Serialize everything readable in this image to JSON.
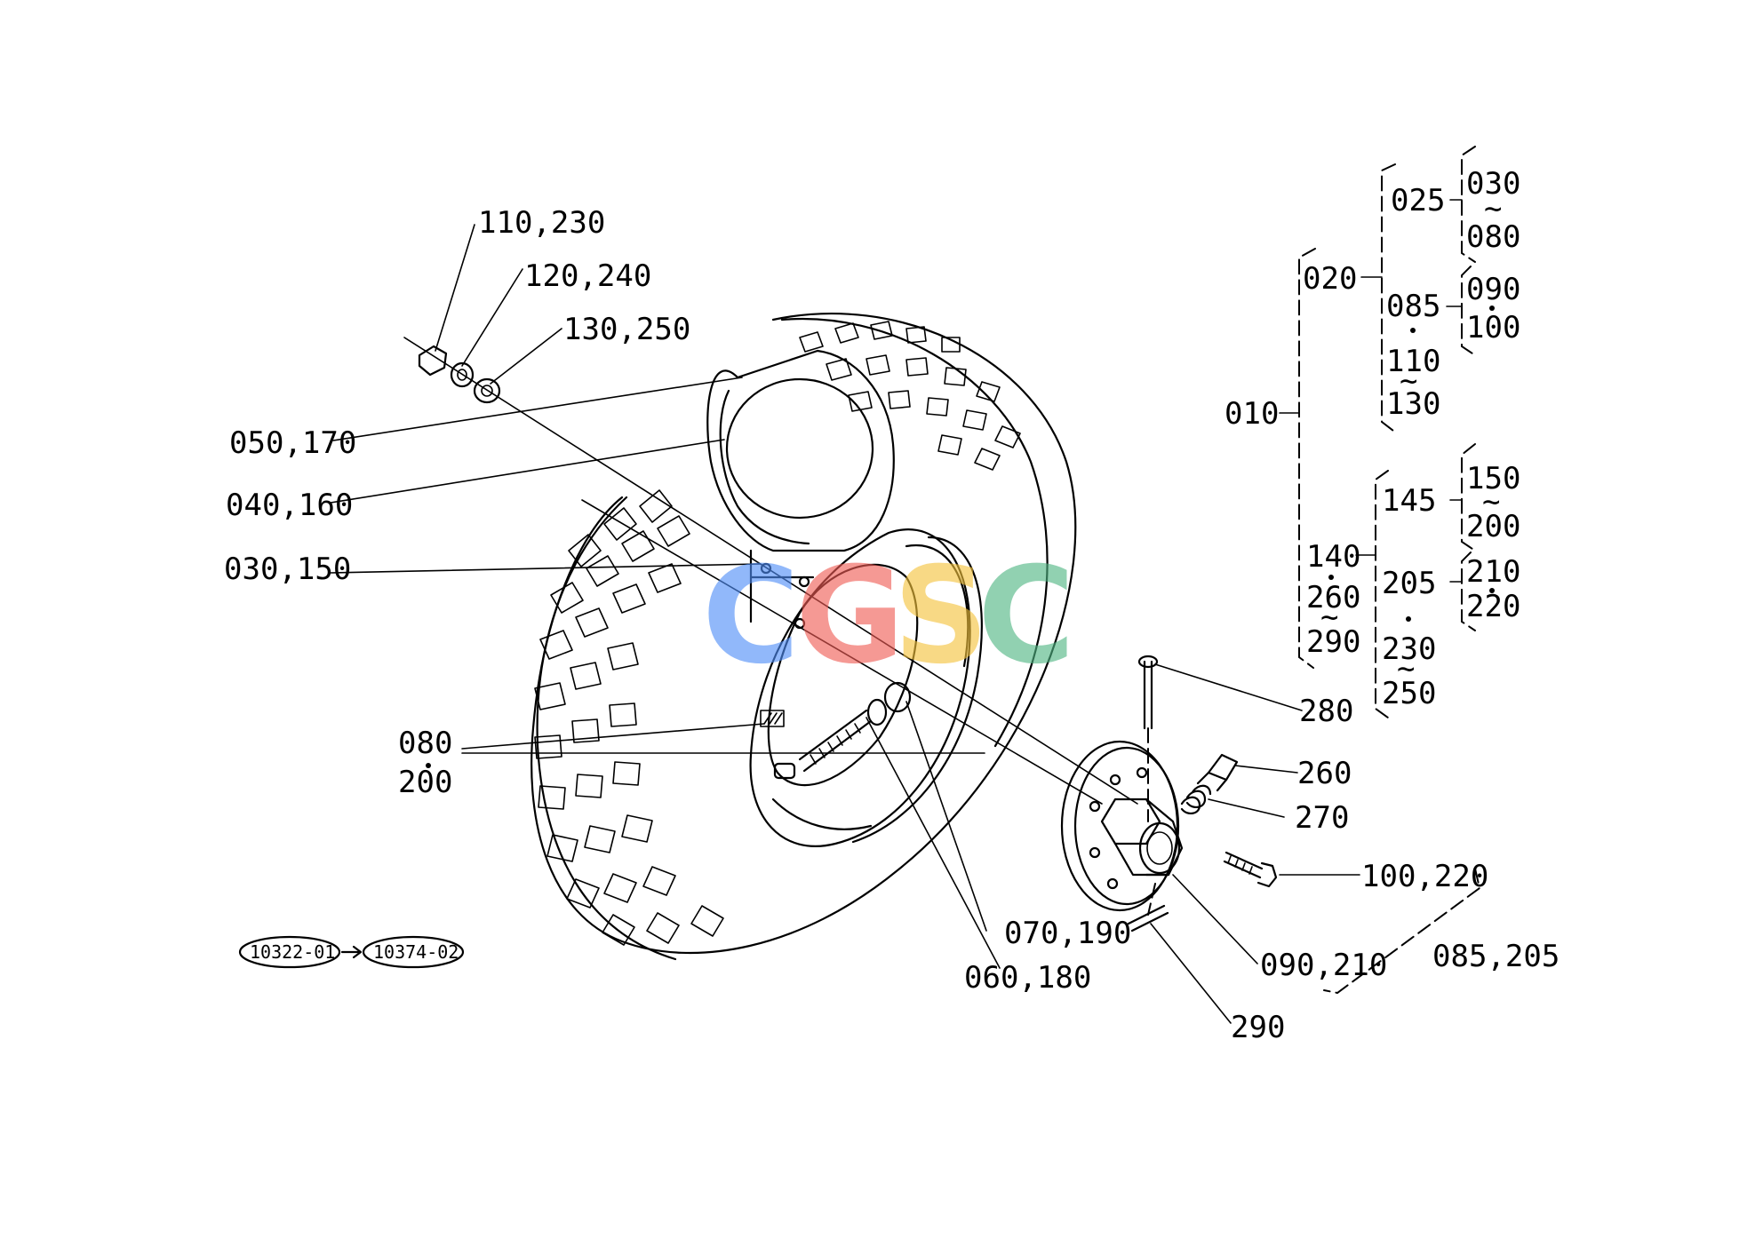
{
  "parts": {
    "p110_230": "110,230",
    "p120_240": "120,240",
    "p130_250": "130,250",
    "p050_170": "050,170",
    "p040_160": "040,160",
    "p030_150": "030,150",
    "p080": "080",
    "p200": "200",
    "p070_190": "070,190",
    "p060_180": "060,180",
    "p280": "280",
    "p260": "260",
    "p270": "270",
    "p100_220": "100,220",
    "p090_210": "090,210",
    "p085_205": "085,205",
    "p290": "290"
  },
  "tree": {
    "n010": "010",
    "n020": "020",
    "n025": "025",
    "n030": "030",
    "n080": "080",
    "n085": "085",
    "n090": "090",
    "n100": "100",
    "n110": "110",
    "n130": "130",
    "n140": "140",
    "n260": "260",
    "n290": "290",
    "n145": "145",
    "n150": "150",
    "n200": "200",
    "n205": "205",
    "n210": "210",
    "n220": "220",
    "n230": "230",
    "n250": "250"
  },
  "codes": {
    "from": "10322-01",
    "to": "10374-02"
  },
  "watermark": {
    "c1": "C",
    "g": "G",
    "s": "S",
    "c2": "C",
    "colors": [
      "#4f8ef7",
      "#ef5b54",
      "#f5c33b",
      "#4fb583"
    ]
  }
}
